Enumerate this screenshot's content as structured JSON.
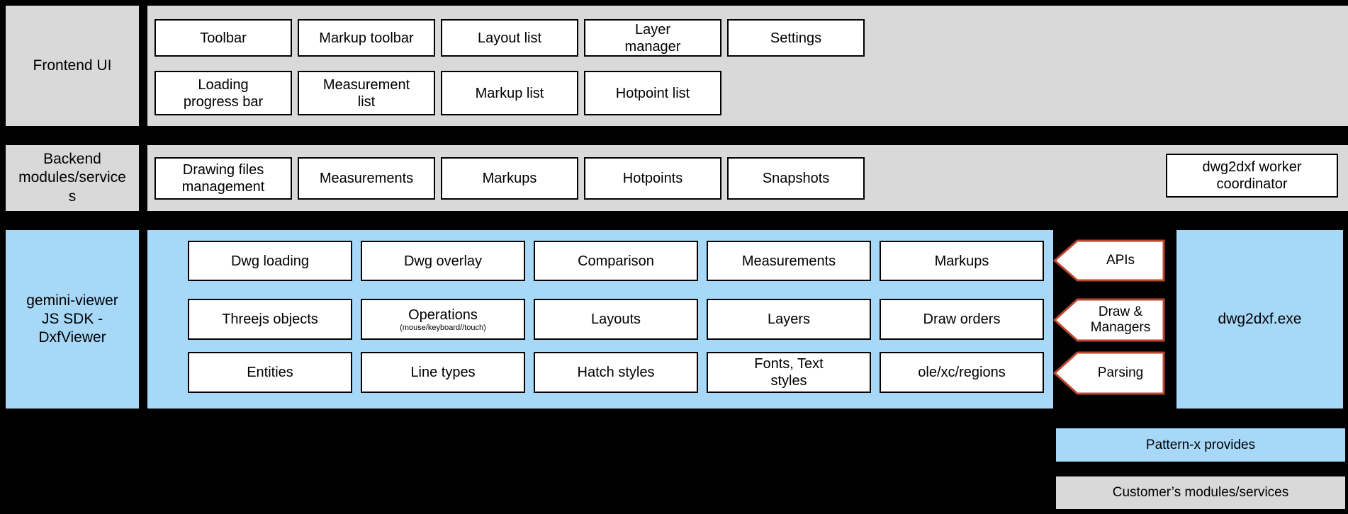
{
  "colors": {
    "background": "#000000",
    "panel_gray": "#d9d9d9",
    "panel_blue": "#a7d8f8",
    "box_fill": "#ffffff",
    "box_border": "#000000",
    "arrow_border": "#b9462d"
  },
  "frontend": {
    "label": "Frontend UI",
    "row1": [
      "Toolbar",
      "Markup toolbar",
      "Layout list",
      "Layer manager",
      "Settings"
    ],
    "row2": [
      "Loading progress bar",
      "Measurement list",
      "Markup list",
      "Hotpoint list"
    ]
  },
  "backend": {
    "label": "Backend modules/services",
    "boxes": [
      "Drawing files management",
      "Measurements",
      "Markups",
      "Hotpoints",
      "Snapshots"
    ],
    "worker": "dwg2dxf worker coordinator"
  },
  "sdk": {
    "label": "gemini-viewer JS SDK - DxfViewer",
    "row1": [
      "Dwg loading",
      "Dwg overlay",
      "Comparison",
      "Measurements",
      "Markups"
    ],
    "row2": [
      "Threejs objects",
      {
        "label": "Operations",
        "sub": "(mouse/keyboard//touch)"
      },
      "Layouts",
      "Layers",
      "Draw orders"
    ],
    "row3": [
      "Entities",
      "Line types",
      "Hatch styles",
      "Fonts, Text styles",
      "ole/xc/regions"
    ]
  },
  "arrows": [
    {
      "label": "APIs"
    },
    {
      "label": "Draw & Managers"
    },
    {
      "label": "Parsing"
    }
  ],
  "exe": {
    "label": "dwg2dxf.exe"
  },
  "legend": [
    {
      "label": "Pattern-x provides",
      "style": "blue"
    },
    {
      "label": "Customer’s modules/services",
      "style": "gray"
    }
  ]
}
